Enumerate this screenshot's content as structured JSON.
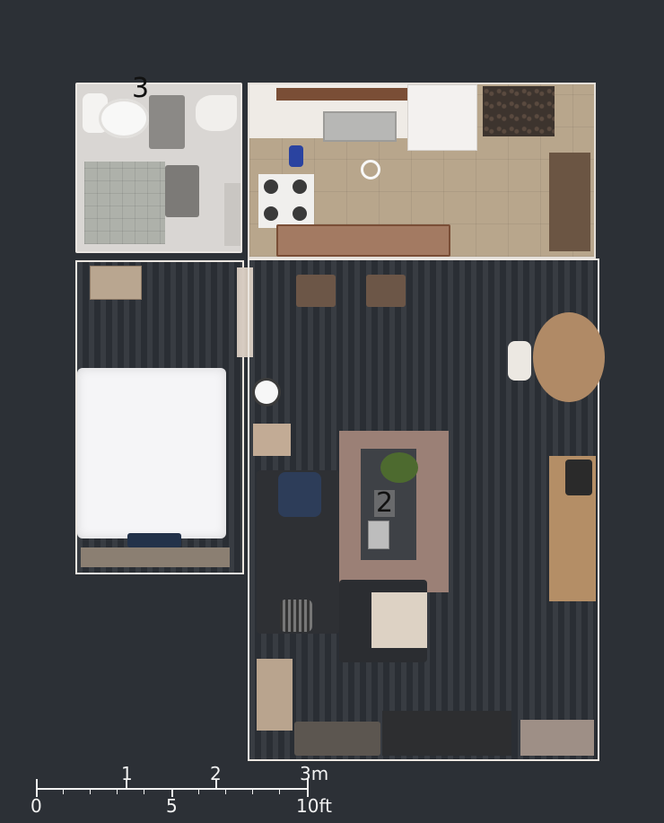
{
  "map": {
    "room_labels": [
      {
        "id": "room-3",
        "text": "3"
      },
      {
        "id": "room-2",
        "text": "2"
      }
    ],
    "scale_bar": {
      "metric_ticks": [
        "1",
        "2",
        "3m"
      ],
      "imperial_ticks": [
        "0",
        "5",
        "10ft"
      ]
    },
    "colors": {
      "background": "#2c3036",
      "floor": "#d2c7bc",
      "kitchen_tile": "#b9a78d",
      "sofa": "#2e3034",
      "bed": "#f4f4f6",
      "rug": "#9a7f74"
    }
  }
}
